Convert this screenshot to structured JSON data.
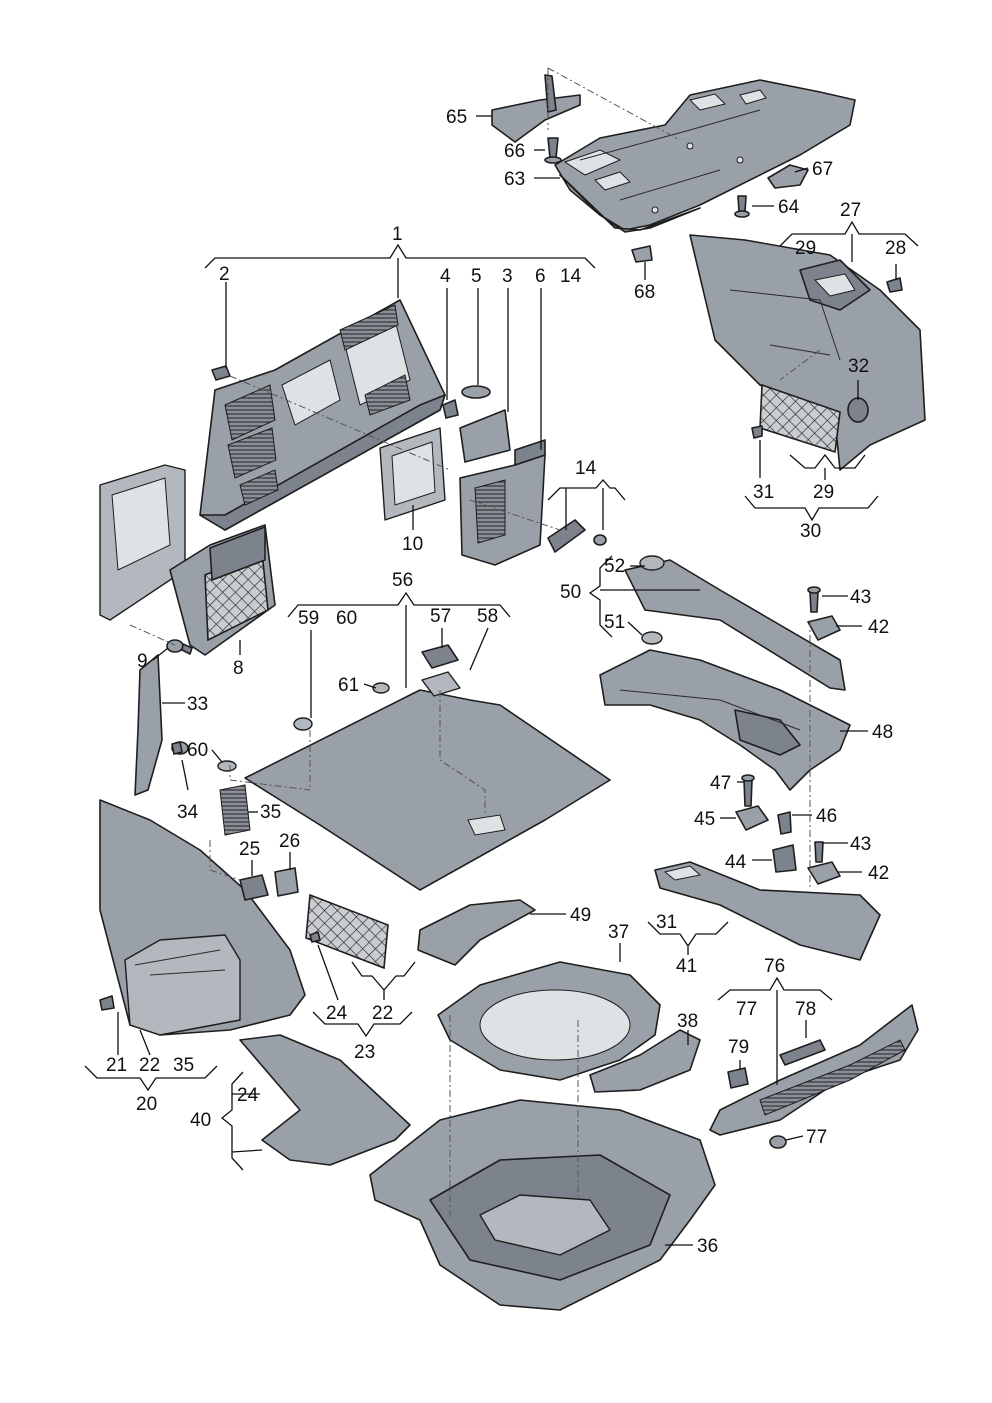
{
  "callouts": {
    "c1": "1",
    "c2": "2",
    "c3": "3",
    "c4": "4",
    "c5": "5",
    "c6": "6",
    "c8": "8",
    "c9": "9",
    "c10": "10",
    "c14a": "14",
    "c14b": "14",
    "c20": "20",
    "c21": "21",
    "c22a": "22",
    "c22b": "22",
    "c23": "23",
    "c24a": "24",
    "c24b": "24",
    "c25": "25",
    "c26": "26",
    "c27": "27",
    "c28": "28",
    "c29a": "29",
    "c29b": "29",
    "c30": "30",
    "c31a": "31",
    "c31b": "31",
    "c32": "32",
    "c33": "33",
    "c34": "34",
    "c35a": "35",
    "c35b": "35",
    "c36": "36",
    "c37": "37",
    "c38": "38",
    "c40": "40",
    "c41": "41",
    "c42a": "42",
    "c42b": "42",
    "c43a": "43",
    "c43b": "43",
    "c44": "44",
    "c45": "45",
    "c46": "46",
    "c47": "47",
    "c48": "48",
    "c49": "49",
    "c50": "50",
    "c51": "51",
    "c52": "52",
    "c56": "56",
    "c57": "57",
    "c58": "58",
    "c59": "59",
    "c60a": "60",
    "c60b": "60",
    "c61": "61",
    "c63": "63",
    "c64": "64",
    "c65": "65",
    "c66": "66",
    "c67": "67",
    "c68": "68",
    "c76": "76",
    "c77a": "77",
    "c77b": "77",
    "c78": "78",
    "c79": "79"
  },
  "colors": {
    "part": "#9aa0a8",
    "part_dark": "#7d838c",
    "outline": "#1e1e1e"
  }
}
